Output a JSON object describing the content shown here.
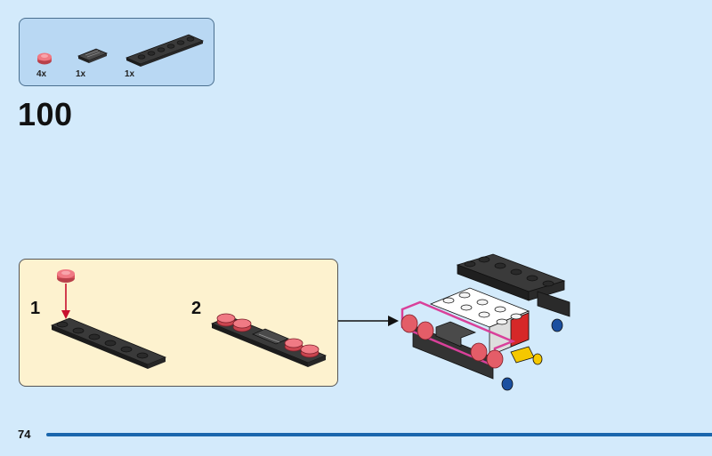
{
  "parts_list": {
    "items": [
      {
        "part": "red-transparent-round-tile-icon",
        "quantity": "4x",
        "color": "#e8606a"
      },
      {
        "part": "black-1x2-grille-tile-icon",
        "quantity": "1x",
        "color": "#2b2b2b"
      },
      {
        "part": "black-1x6-plate-icon",
        "quantity": "1x",
        "color": "#2b2b2b"
      }
    ]
  },
  "step": {
    "number": "100"
  },
  "sub_assembly": {
    "substeps": [
      {
        "label": "1"
      },
      {
        "label": "2"
      }
    ]
  },
  "colors": {
    "background": "#d3eafb",
    "callout": "#fdf2cf",
    "highlight": "#d9409a",
    "placement_arrow": "#c8102e",
    "page_bar": "#1a66ad"
  },
  "footer": {
    "page_number": "74"
  }
}
